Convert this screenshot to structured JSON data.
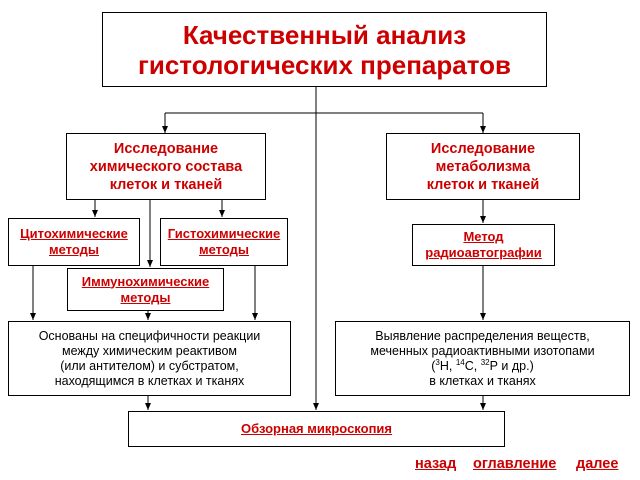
{
  "title": {
    "line1": "Качественный анализ",
    "line2": "гистологических препаратов"
  },
  "branches": {
    "chemical": {
      "line1": "Исследование",
      "line2": "химического состава",
      "line3": "клеток и тканей"
    },
    "metabolism": {
      "line1": "Исследование",
      "line2": "метаболизма",
      "line3": "клеток и тканей"
    }
  },
  "methods": {
    "cytochemical": {
      "line1": "Цитохимические",
      "line2": "методы"
    },
    "histochemical": {
      "line1": "Гистохимические",
      "line2": "методы"
    },
    "immunochemical": {
      "line1": "Иммунохимические",
      "line2": "методы"
    },
    "radioautography": {
      "line1": "Метод",
      "line2": "радиоавтографии"
    }
  },
  "descriptions": {
    "chemical": {
      "line1": "Основаны на специфичности реакции",
      "line2": "между химическим реактивом",
      "line3": "(или антителом) и субстратом,",
      "line4": "находящимся в клетках и тканях"
    },
    "metabolism": {
      "line1": "Выявление распределения веществ,",
      "line2": "меченных радиоактивными изотопами",
      "iso_open": "(",
      "iso_h_mass": "3",
      "iso_h": "Н, ",
      "iso_c_mass": "14",
      "iso_c": "С, ",
      "iso_p_mass": "32",
      "iso_p": "Р и др.)",
      "line4": "в клетках и тканях"
    }
  },
  "overview": "Обзорная микроскопия",
  "nav": {
    "back": "назад",
    "contents": "оглавление",
    "next": "далее"
  },
  "colors": {
    "accent": "#cc0000",
    "line": "#000000",
    "background": "#ffffff"
  }
}
